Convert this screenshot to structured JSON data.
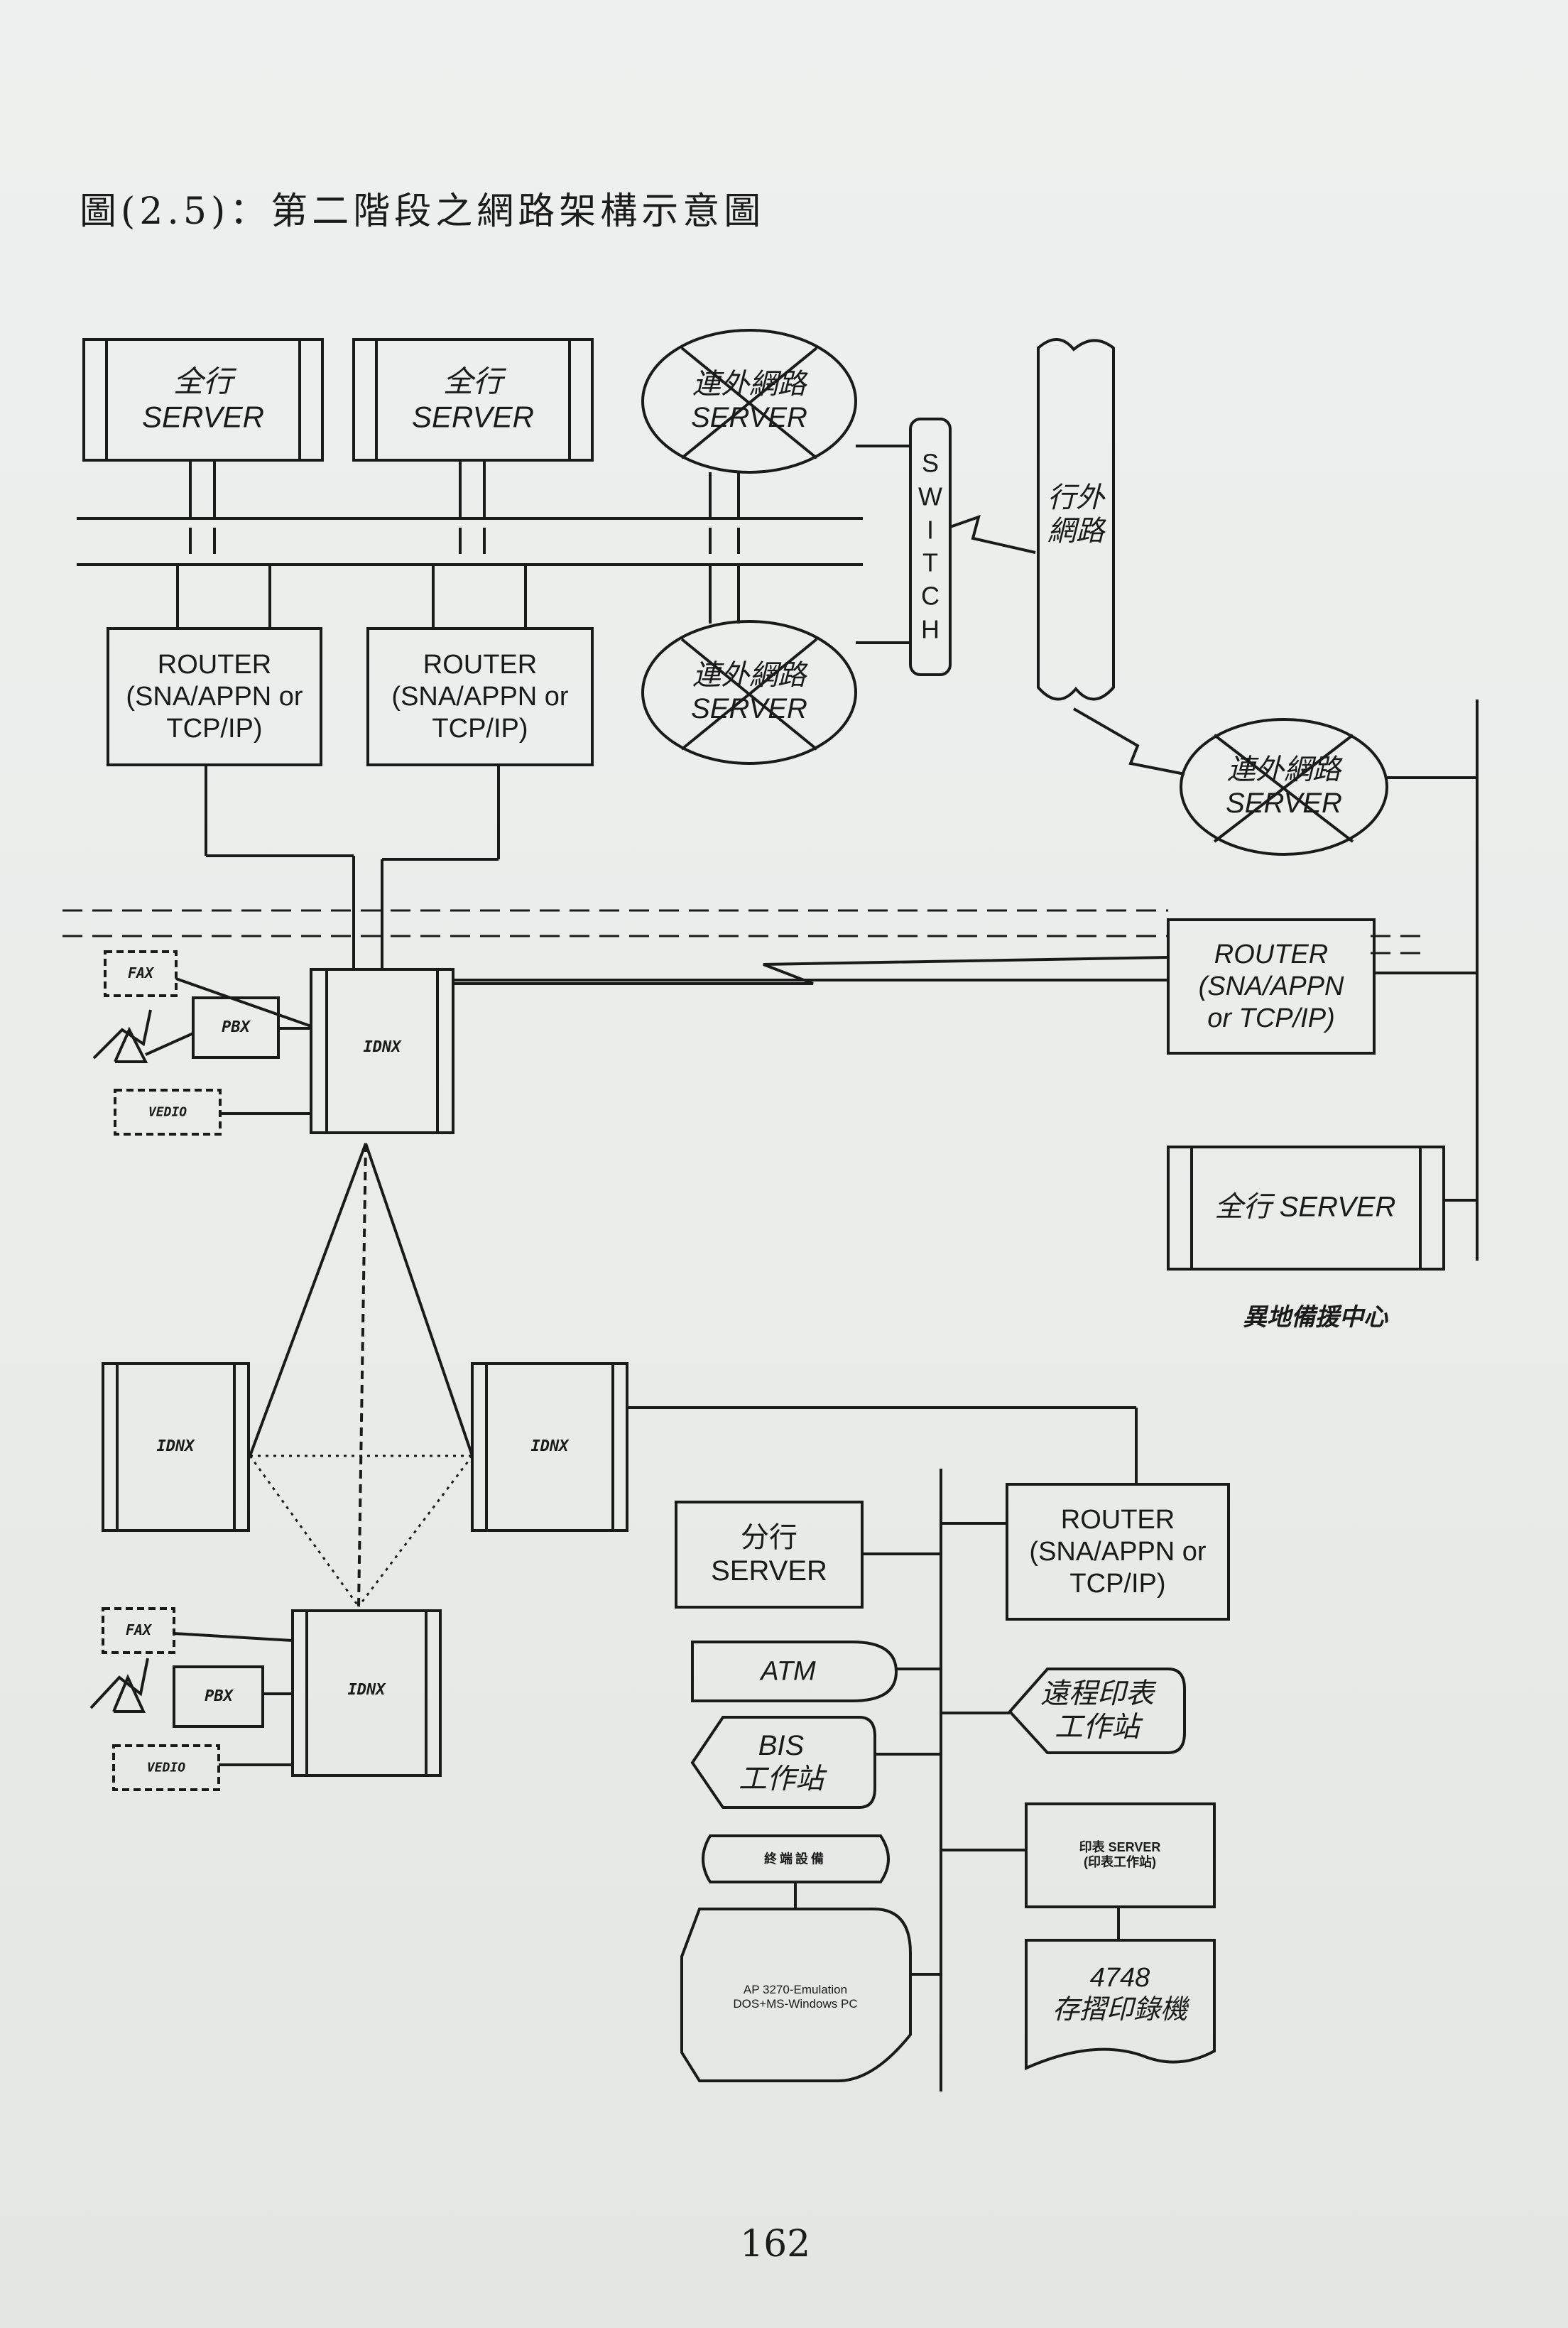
{
  "figure_title": "圖(2.5)：第二階段之網路架構示意圖",
  "page_number": "162",
  "nodes": {
    "server_1": "全行\nSERVER",
    "server_2": "全行\nSERVER",
    "ext_server_top": "連外網路\nSERVER",
    "ext_server_mid": "連外網路\nSERVER",
    "ext_server_right": "連外網路\nSERVER",
    "switch": "S\nW\nI\nT\nC\nH",
    "external_network": "行外\n網路",
    "router_1": "ROUTER\n(SNA/APPN or\nTCP/IP)",
    "router_2": "ROUTER\n(SNA/APPN or\nTCP/IP)",
    "router_backup": "ROUTER\n(SNA/APPN\nor TCP/IP)",
    "server_backup": "全行 SERVER",
    "backup_center": "異地備援中心",
    "fax_1": "FAX",
    "pbx_1": "PBX",
    "video_1": "VEDIO",
    "idnx_1": "IDNX",
    "idnx_2": "IDNX",
    "idnx_3": "IDNX",
    "idnx_4": "IDNX",
    "fax_2": "FAX",
    "pbx_2": "PBX",
    "video_2": "VEDIO",
    "branch_server": "分行\nSERVER",
    "branch_router": "ROUTER\n(SNA/APPN or\nTCP/IP)",
    "atm": "ATM",
    "bis_ws": "BIS\n工作站",
    "remote_print_ws": "遠程印表\n工作站",
    "print_server": "印表 SERVER\n(印表工作站)",
    "terminal_header": "終端設備",
    "pc_emulation": "AP 3270-Emulation\nDOS+MS-Windows PC",
    "printer_4748": "4748\n存摺印錄機"
  }
}
